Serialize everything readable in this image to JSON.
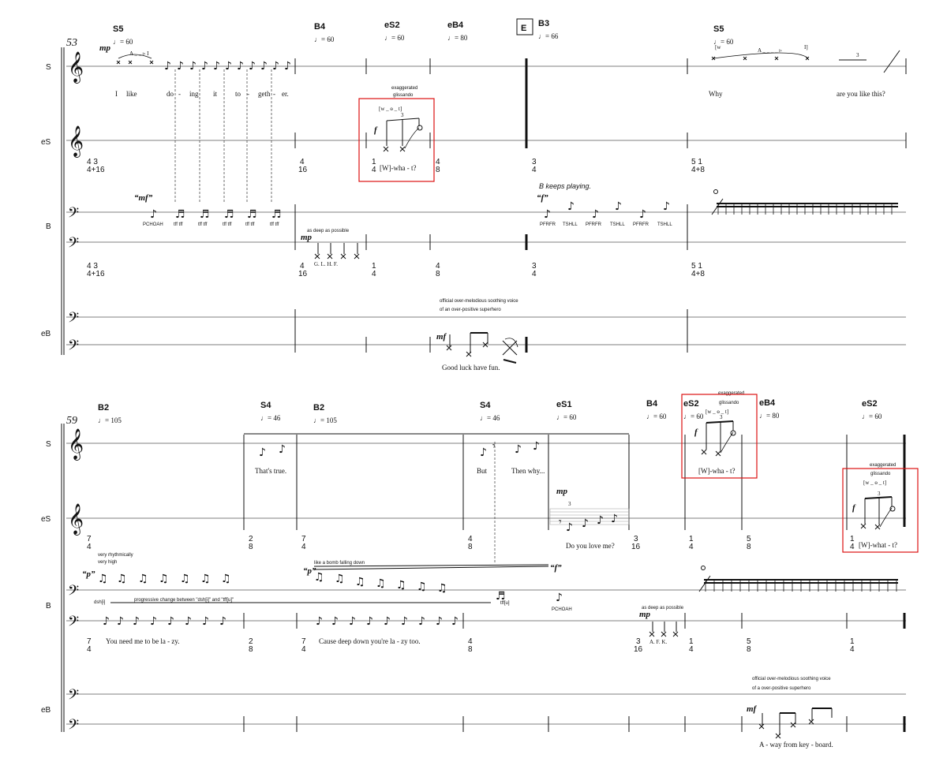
{
  "instruments": {
    "s": "S",
    "es": "eS",
    "b": "B",
    "eb": "eB"
  },
  "system1": {
    "measure": "53",
    "sections": [
      {
        "label": "S5",
        "tempo": "♩= 60"
      },
      {
        "label": "B4",
        "tempo": "♩= 60"
      },
      {
        "label": "eS2",
        "tempo": "♩= 60"
      },
      {
        "label": "eB4",
        "tempo": "♩= 80"
      },
      {
        "label": "B3",
        "tempo": "♩= 66"
      },
      {
        "label": "S5",
        "tempo": "♩= 60"
      }
    ],
    "rehearsal": "E",
    "s_dyn": "mp",
    "s_lyrics": [
      "I",
      "like",
      "do",
      "-",
      "ing",
      "it",
      "to",
      "-",
      "geth",
      "-",
      "er."
    ],
    "s_lyrics2": [
      "Why",
      "are you like this?"
    ],
    "es_direction": [
      "exaggerated",
      "glissando"
    ],
    "es_phon": "[w _ ɵ _ t]",
    "es_lyric": "[W]-wha - t?",
    "es_dyn": "f",
    "timesigs": [
      {
        "top": "4  3",
        "bot": "4+16"
      },
      {
        "top": "4",
        "bot": "16"
      },
      {
        "top": "1",
        "bot": "4"
      },
      {
        "top": "4",
        "bot": "8"
      },
      {
        "top": "3",
        "bot": "4"
      },
      {
        "top": "5  1",
        "bot": "4+8"
      }
    ],
    "b_dyn_mf": "“mf”",
    "b_dyn_f": "“f”",
    "b_sounds1": [
      "PCHOAH",
      "tff tff",
      "tff tff",
      "tff tff",
      "tff tff",
      "tff tff"
    ],
    "b_keeps": "B keeps playing.",
    "b_sounds2": [
      "PFRFR",
      "TSHLL",
      "PFRFR",
      "TSHLL",
      "PFRFR",
      "TSHLL"
    ],
    "b_deep": "as deep as possible",
    "b_deep_dyn": "mp",
    "b_deep_letters": "G.  L.  H.  F.",
    "eb_direction": [
      "official over-melodious soothing voice",
      "of an over-positive superhero"
    ],
    "eb_dyn": "mf",
    "eb_lyrics": "Good  luck  have  fun."
  },
  "system2": {
    "measure": "59",
    "sections": [
      {
        "label": "B2",
        "tempo": "♩= 105"
      },
      {
        "label": "S4",
        "tempo": "♩= 46"
      },
      {
        "label": "B2",
        "tempo": "♩= 105"
      },
      {
        "label": "S4",
        "tempo": "♩= 46"
      },
      {
        "label": "eS1",
        "tempo": "♩= 60"
      },
      {
        "label": "B4",
        "tempo": "♩= 60"
      },
      {
        "label": "eS2",
        "tempo": "♩= 60"
      },
      {
        "label": "eB4",
        "tempo": "♩= 80"
      },
      {
        "label": "eS2",
        "tempo": "♩= 60"
      }
    ],
    "s_lyrics": [
      "That's true.",
      "But",
      "Then why..."
    ],
    "es_dyn": "mp",
    "es_lyric_love": "Do you love me?",
    "es_direction": [
      "exaggerated",
      "glissando"
    ],
    "es_phon": "[w _ ɵ _ t]",
    "es_lyric_what1": "[W]-wha - t?",
    "es_lyric_what2": "[W]-what - t?",
    "es_dyn_f": "f",
    "timesigs": [
      {
        "top": "7",
        "bot": "4"
      },
      {
        "top": "2",
        "bot": "8"
      },
      {
        "top": "7",
        "bot": "4"
      },
      {
        "top": "4",
        "bot": "8"
      },
      {
        "top": "3",
        "bot": "16"
      },
      {
        "top": "1",
        "bot": "4"
      },
      {
        "top": "5",
        "bot": "8"
      },
      {
        "top": "1",
        "bot": "4"
      }
    ],
    "b_rhythm": [
      "very rhythmically",
      "very high"
    ],
    "b_dyn_p": "“p”",
    "b_dyn_f": "“f”",
    "b_bomb": "like a bomb falling down",
    "b_dsh": "dsh[i]",
    "b_prog": "progressive change between \"dsh[i]\" and \"tff[u]\"",
    "b_tff": "tff[u]",
    "b_pchoah": "PCHOAH",
    "b_lyrics1": "You   need   me   to   be   la  -  zy.",
    "b_lyrics2": "Cause  deep  down  you're  la  -  zy  too.",
    "b_deep": "as deep as possible",
    "b_deep_dyn": "mp",
    "b_deep_letters": "A.  F.  K.",
    "eb_direction": [
      "official over-melodious soothing voice",
      "of a over-positive superhero"
    ],
    "eb_dyn": "mf",
    "eb_lyrics": "A - way  from  key - board."
  }
}
